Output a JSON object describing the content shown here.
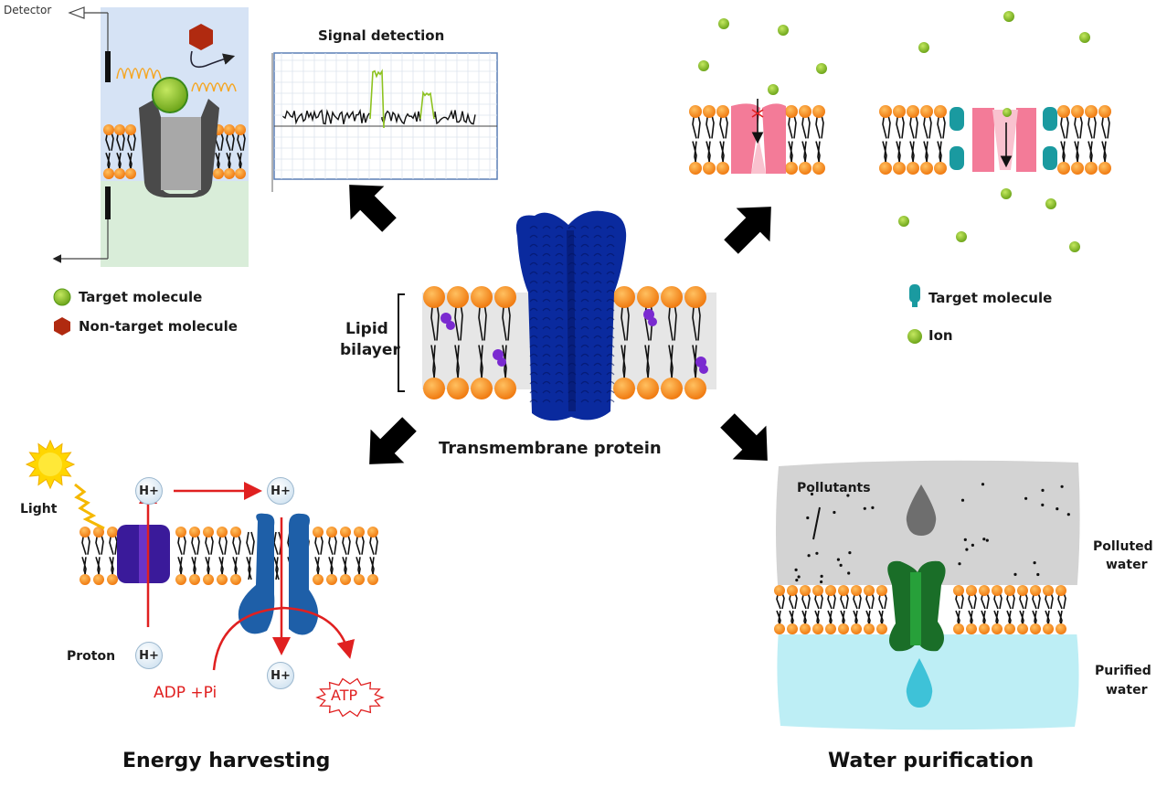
{
  "central": {
    "title": "Transmembrane protein",
    "bilayer_label_line1": "Lipid",
    "bilayer_label_line2": "bilayer"
  },
  "panels": {
    "sensing": {
      "detector_label": "Detector",
      "signal_title": "Signal detection",
      "legend": [
        {
          "icon": "green-sphere-icon",
          "label": "Target molecule"
        },
        {
          "icon": "red-hexagon-icon",
          "label": "Non-target molecule"
        }
      ]
    },
    "ion_channel": {
      "legend": [
        {
          "icon": "teal-capsule-icon",
          "label": "Target molecule"
        },
        {
          "icon": "green-ion-icon",
          "label": "Ion"
        }
      ]
    },
    "energy": {
      "title": "Energy harvesting",
      "light_label": "Light",
      "proton_label": "Proton",
      "proton_symbol": "H+",
      "adp_label": "ADP +Pi",
      "atp_label": "ATP"
    },
    "water": {
      "title": "Water purification",
      "pollutants_label": "Pollutants",
      "polluted_line1": "Polluted",
      "polluted_line2": "water",
      "purified_line1": "Purified",
      "purified_line2": "water"
    }
  },
  "colors": {
    "lipid_head": "#f7931e",
    "central_protein": "#0a2a9e",
    "signal_peak": "#8dc21f",
    "ion": "#8dc21f",
    "pink_channel": "#f06b8a",
    "teal": "#1a9aa0",
    "purple_pump": "#3a1a9a",
    "atp_synthase": "#1e5fa8",
    "red_arrow": "#e02020",
    "green_protein": "#1a6e28",
    "polluted_bg": "#d0d0d0",
    "purified_bg": "#bfeef5"
  }
}
